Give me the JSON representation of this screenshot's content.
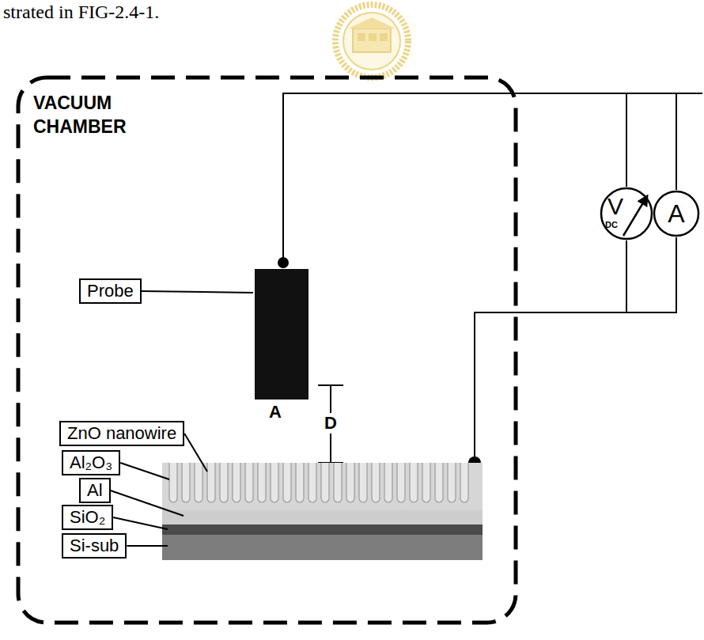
{
  "diagram": {
    "nodes": [
      {
        "text": [
          "VACUUM CHAMBER"
        ]
      },
      {
        "text": [
          "Probe"
        ],
        "in": 0
      },
      {
        "text": [
          "ZnO nanowire"
        ],
        "in": 0
      },
      {
        "text": [
          "Al₂O₃"
        ],
        "in": 0
      },
      {
        "text": [
          "Al"
        ],
        "in": 0
      },
      {
        "text": [
          "SiO₂"
        ],
        "in": 0
      },
      {
        "text": [
          "Si-sub"
        ],
        "in": 0
      },
      {
        "text": [
          "V",
          "DC"
        ]
      },
      {
        "text": [
          "A"
        ]
      }
    ],
    "edges": [
      {
        "from": 7,
        "to": 8,
        "arrow": "none"
      },
      {
        "from": 7,
        "to": 8,
        "arrow": "none"
      }
    ],
    "labels": [
      "strated in FIG-2.4-1.",
      "A",
      "D"
    ]
  }
}
